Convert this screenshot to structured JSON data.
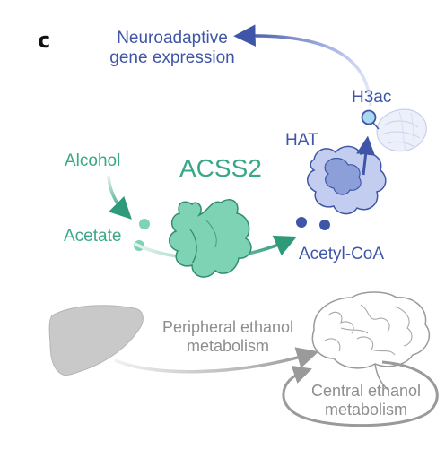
{
  "panel_label": "c",
  "top": {
    "line1": "Neuroadaptive",
    "line2": "gene expression"
  },
  "labels": {
    "h3ac": "H3ac",
    "hat": "HAT",
    "alcohol": "Alcohol",
    "acetate": "Acetate",
    "acss2": "ACSS2",
    "acetyl_coa": "Acetyl-CoA"
  },
  "bottom": {
    "peripheral_line1": "Peripheral ethanol",
    "peripheral_line2": "metabolism",
    "central_line1": "Central ethanol",
    "central_line2": "metabolism"
  },
  "colors": {
    "blue": "#3f56a8",
    "blue_fill": "#c3cdef",
    "blue_dark_fill": "#8d9fd9",
    "green": "#3aa888",
    "green_fill": "#7fd3b5",
    "gray": "#8e8e8e",
    "liver": "#c9c9c9"
  },
  "icons": [
    "liver-icon",
    "brain-icon",
    "histone-icon",
    "hat-enzyme-icon",
    "acss2-enzyme-icon"
  ]
}
